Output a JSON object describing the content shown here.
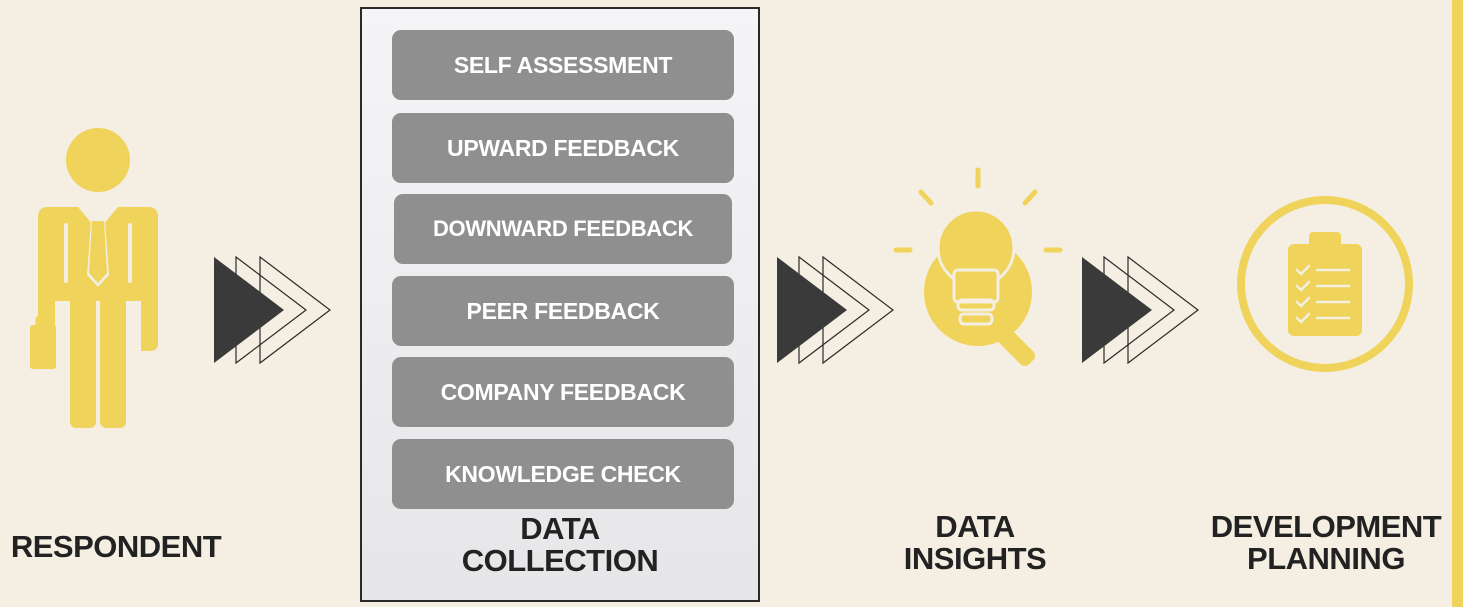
{
  "colors": {
    "background": "#f4efe2",
    "accent_yellow": "#f0d35a",
    "dark_arrow": "#3a3a3a",
    "item_gray": "#8f8f8f",
    "label_text": "#222222"
  },
  "stages": {
    "respondent": {
      "label": "RESPONDENT",
      "icon": "businessman-icon"
    },
    "data_collection": {
      "label_line1": "DATA",
      "label_line2": "COLLECTION",
      "sources": [
        "SELF ASSESSMENT",
        "UPWARD FEEDBACK",
        "DOWNWARD FEEDBACK",
        "PEER FEEDBACK",
        "COMPANY FEEDBACK",
        "KNOWLEDGE CHECK"
      ]
    },
    "data_insights": {
      "label_line1": "DATA",
      "label_line2": "INSIGHTS",
      "icon": "lightbulb-magnifier-icon"
    },
    "development_planning": {
      "label_line1": "DEVELOPMENT",
      "label_line2": "PLANNING",
      "icon": "clipboard-checklist-icon"
    }
  },
  "connectors": [
    "triple-chevron-arrow-icon",
    "triple-chevron-arrow-icon",
    "triple-chevron-arrow-icon"
  ]
}
